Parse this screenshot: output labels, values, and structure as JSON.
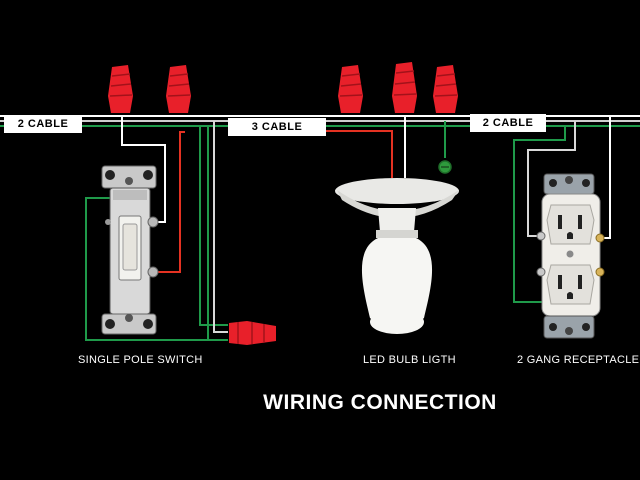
{
  "cables": {
    "left": "2  CABLE",
    "middle": "3 CABLE",
    "right": "2 CABLE"
  },
  "captions": {
    "switch": "SINGLE POLE SWITCH",
    "bulb": "LED BULB LIGTH",
    "receptacle": "2 GANG RECEPTACLE"
  },
  "title": "WIRING CONNECTION",
  "colors": {
    "background": "#000000",
    "wire_black": "#d9d9d9",
    "wire_white": "#ffffff",
    "wire_red": "#e53222",
    "wire_ground": "#1f9a4a",
    "wire_nut": "#e8202a"
  }
}
